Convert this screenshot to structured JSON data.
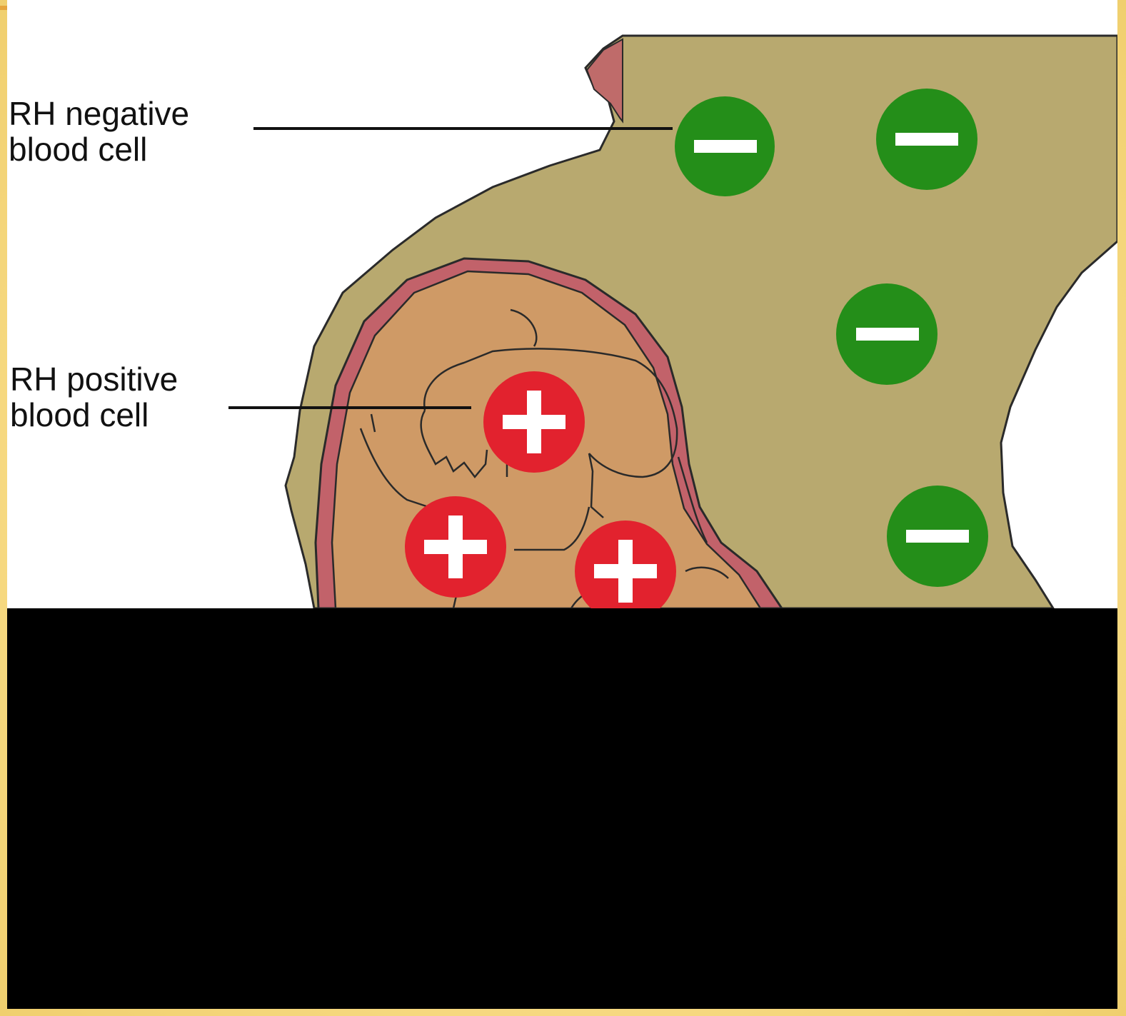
{
  "labels": {
    "rh_negative": "RH negative\nblood cell",
    "rh_positive": "RH positive\nblood cell"
  },
  "cells": {
    "negative_symbol": "−",
    "positive_symbol": "+",
    "negative_count": 4,
    "positive_count": 3
  },
  "colors": {
    "body": "#b8a96f",
    "uterus_wall": "#c2626a",
    "fetus": "#cf9a66",
    "negative_cell": "#248e19",
    "positive_cell": "#e2222e",
    "redaction": "#000000",
    "frame": "#f6d77f"
  }
}
